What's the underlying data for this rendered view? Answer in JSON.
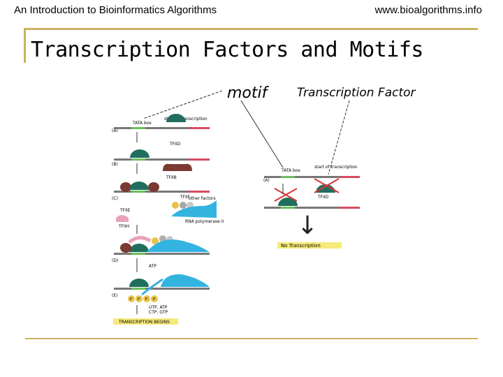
{
  "header": {
    "left": "An Introduction to Bioinformatics Algorithms",
    "right": "www.bioalgorithms.info"
  },
  "title": "Transcription Factors and Motifs",
  "diagram": {
    "motif_label": "motif",
    "tf_label": "Transcription Factor",
    "left_panel": {
      "tata_box": "TATA box",
      "start": "start of transcription",
      "steps": [
        "(A)",
        "(B)",
        "(C)",
        "(D)",
        "(E)"
      ],
      "tfiid": "TFIID",
      "tfiib": "TFIIB",
      "tfiif": "TFIIF",
      "other_factors": "other factors",
      "tfiie": "TFIIE",
      "tfiih": "TFIIH",
      "rna_pol": "RNA polymerase II",
      "atp": "ATP",
      "p": "P",
      "utp_atp": "UTP, ATP",
      "ctp_gtp": "CTP, GTP",
      "begins": "TRANSCRIPTION BEGINS"
    },
    "right_panel": {
      "tata_box": "TATA box",
      "start": "start of transcription",
      "step": "(A)",
      "tfiid": "TFIID",
      "arrow": "↓",
      "no_transcription": "No Transcription"
    }
  }
}
